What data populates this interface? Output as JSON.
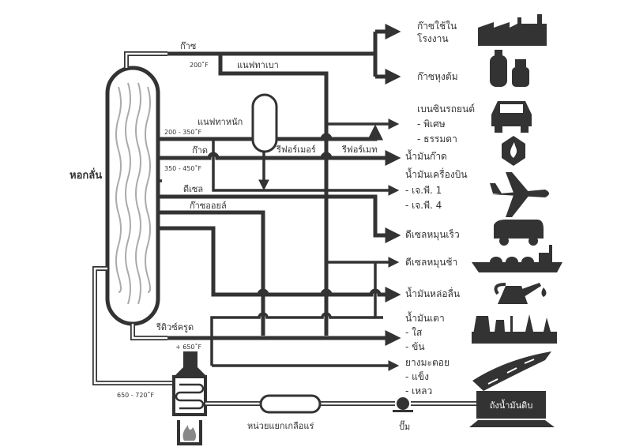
{
  "column": {
    "label": "หอกลั่น"
  },
  "streams": {
    "gas": "ก๊าซ",
    "gas_temp": "200˚F",
    "light_naphtha": "แนฟทาเบา",
    "heavy_naphtha": "แนฟทาหนัก",
    "heavy_naphtha_temp": "200 - 350˚F",
    "kerosene": "ก๊าด",
    "kerosene_temp": "350 - 450˚F",
    "diesel": "ดีเซล",
    "gas_oil": "ก๊าซออยล์",
    "reduced_crude": "รีดิวซ์ครูด",
    "reduced_crude_temp": "+ 650˚F",
    "furnace_temp": "650 - 720˚F"
  },
  "units": {
    "reformer": "รีฟอร์เมอร์",
    "reformate": "รีฟอร์เมท",
    "desalter": "หน่วยแยกเกลือแร่",
    "pump": "ปั๊ม",
    "crude_tank": "ถังน้ำมันดิบ"
  },
  "products": [
    {
      "lines": [
        "ก๊าซใช้ใน",
        "โรงงาน"
      ],
      "icon": "factory-icon"
    },
    {
      "lines": [
        "ก๊าซหุงต้ม"
      ],
      "icon": "gas-cylinder-icon"
    },
    {
      "lines": [
        "เบนซินรถยนต์",
        "- พิเศษ",
        "- ธรรมดา"
      ],
      "icon": "car-icon"
    },
    {
      "lines": [
        "น้ำมันก๊าด"
      ],
      "icon": "lamp-flame-icon"
    },
    {
      "lines": [
        "น้ำมันเครื่องบิน",
        "- เจ.พี. 1",
        "- เจ.พี. 4"
      ],
      "icon": "airplane-icon"
    },
    {
      "lines": [
        "ดีเซลหมุนเร็ว"
      ],
      "icon": "van-icon"
    },
    {
      "lines": [
        "ดีเซลหมุนช้า"
      ],
      "icon": "ship-icon"
    },
    {
      "lines": [
        "น้ำมันหล่อลื่น"
      ],
      "icon": "oil-can-icon"
    },
    {
      "lines": [
        "น้ำมันเตา",
        "- ใส",
        "- ข้น"
      ],
      "icon": "power-plant-icon"
    },
    {
      "lines": [
        "ยางมะตอย",
        "- แข็ง",
        "- เหลว"
      ],
      "icon": "road-icon"
    }
  ],
  "colors": {
    "line": "#333333",
    "flame": "#888888"
  }
}
